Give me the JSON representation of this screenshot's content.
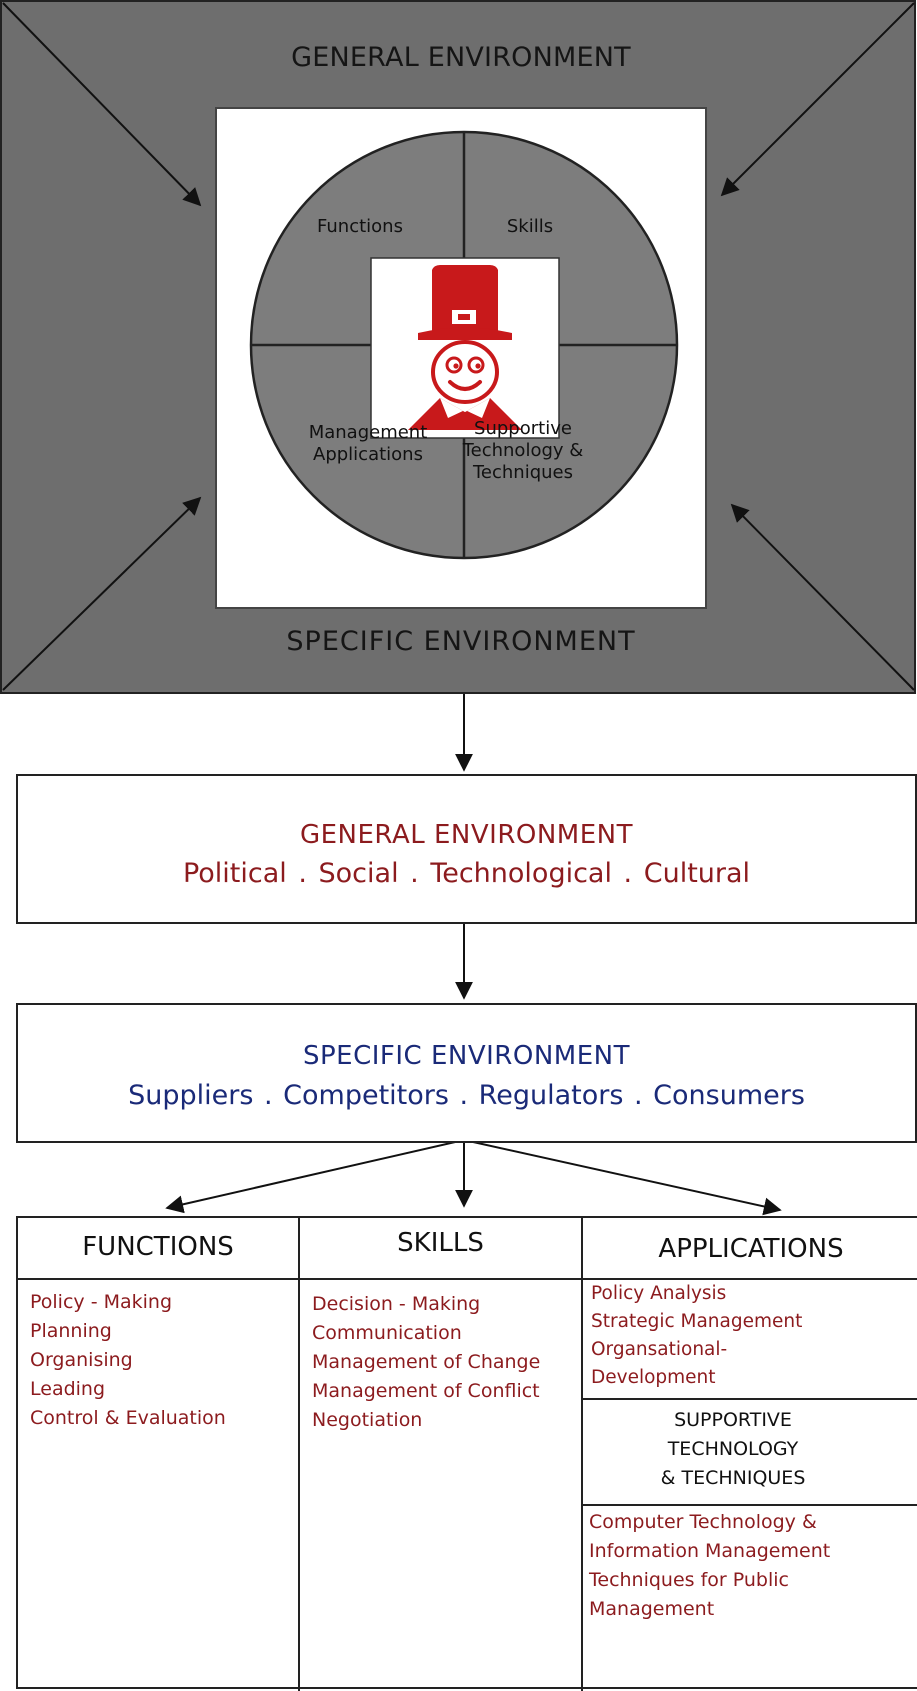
{
  "colors": {
    "frame_gray": "#6e6e6e",
    "quadrant_gray": "#7d7d7d",
    "accent_red": "#8c1b1e",
    "accent_blue": "#1a2a78",
    "line_black": "#222222",
    "pilgrim_red": "#c8191b"
  },
  "top_diagram": {
    "outer_top_label": "GENERAL ENVIRONMENT",
    "outer_bottom_label": "SPECIFIC ENVIRONMENT",
    "quadrants": {
      "top_left": "Functions",
      "top_right": "Skills",
      "bottom_left": [
        "Management",
        "Applications"
      ],
      "bottom_right": [
        "Supportive",
        "Technology &",
        "Techniques"
      ]
    },
    "center_icon": "pilgrim-mascot-icon"
  },
  "general_box": {
    "title": "GENERAL ENVIRONMENT",
    "subtitle": "Political . Social . Technological . Cultural"
  },
  "specific_box": {
    "title": "SPECIFIC ENVIRONMENT",
    "subtitle": "Suppliers . Competitors . Regulators . Consumers"
  },
  "table": {
    "functions": {
      "header": "FUNCTIONS",
      "items": [
        "Policy - Making",
        "Planning",
        "Organising",
        "Leading",
        "Control & Evaluation"
      ]
    },
    "skills": {
      "header": "SKILLS",
      "items": [
        "Decision - Making",
        "Communication",
        "Management of Change",
        "Management of Conflict",
        "Negotiation"
      ]
    },
    "applications": {
      "header": "APPLICATIONS",
      "items": [
        "Policy Analysis",
        "Strategic Management",
        "Organsational-",
        "Development"
      ]
    },
    "supportive": {
      "header_lines": [
        "SUPPORTIVE",
        "TECHNOLOGY",
        "& TECHNIQUES"
      ],
      "items": [
        "Computer Technology &",
        "Information Management",
        "Techniques for Public",
        "Management"
      ]
    }
  }
}
